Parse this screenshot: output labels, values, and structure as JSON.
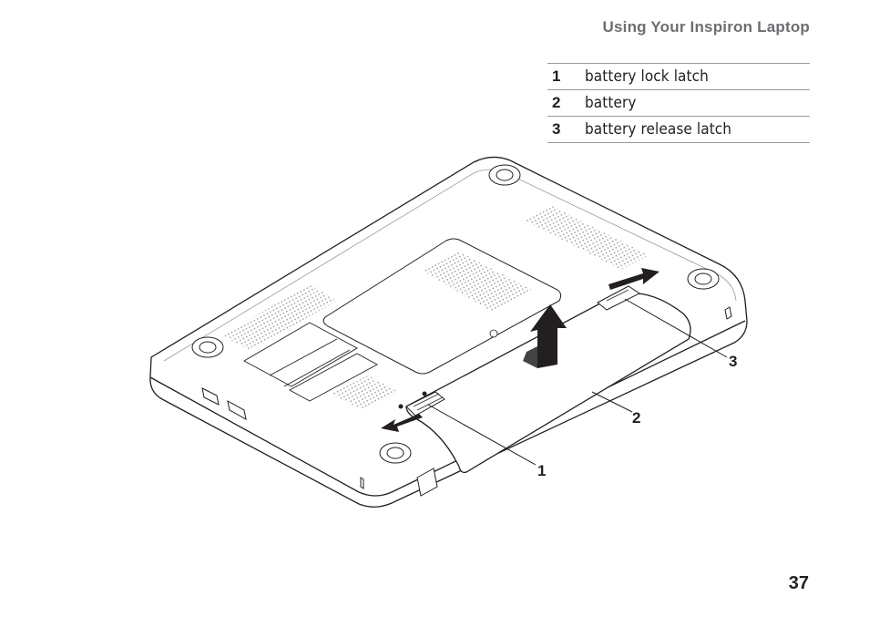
{
  "header": {
    "title": "Using Your Inspiron Laptop"
  },
  "legend": [
    {
      "number": "1",
      "label": "battery lock latch"
    },
    {
      "number": "2",
      "label": "battery"
    },
    {
      "number": "3",
      "label": "battery release latch"
    }
  ],
  "figure": {
    "callouts": [
      "1",
      "2",
      "3"
    ],
    "icons": [
      "laptop-bottom-illustration",
      "battery",
      "lock-latch",
      "release-latch",
      "slide-arrow",
      "lift-arrow"
    ]
  },
  "page": {
    "number": "37"
  }
}
